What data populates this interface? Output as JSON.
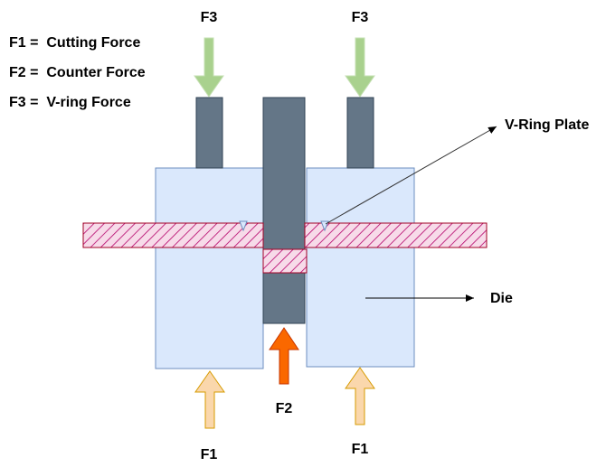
{
  "legend": [
    {
      "key": "F1 =",
      "text": "Cutting Force"
    },
    {
      "key": "F2 =",
      "text": "Counter Force"
    },
    {
      "key": "F3 =",
      "text": "V-ring Force"
    }
  ],
  "labels": {
    "f3_left": "F3",
    "f3_right": "F3",
    "f2": "F2",
    "f1_left": "F1",
    "f1_right": "F1",
    "vring_plate": "V-Ring Plate",
    "die": "Die"
  },
  "colors": {
    "die_fill": "#dae8fc",
    "punch_fill": "#647687",
    "plate_hatch": "#a20025",
    "plate_bg": "#f5d6e6",
    "f3_arrow": "#a9d18e",
    "f2_arrow": "#fa6800",
    "f1_arrow": "#fad7ac"
  }
}
